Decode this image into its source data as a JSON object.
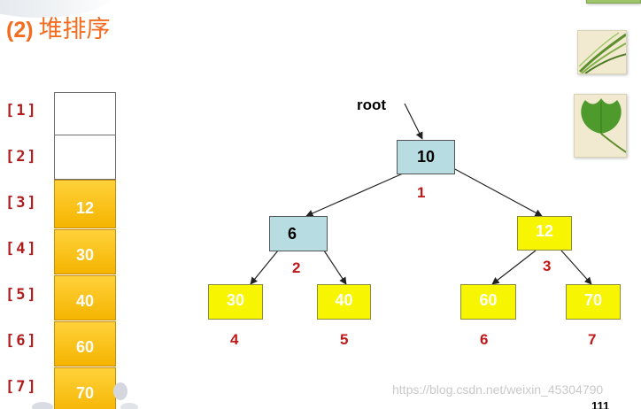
{
  "title": {
    "number": "(2)",
    "text": "堆排序"
  },
  "array": {
    "indices": [
      "[1]",
      "[2]",
      "[3]",
      "[4]",
      "[5]",
      "[6]",
      "[7]"
    ],
    "cells": [
      "",
      "",
      "12",
      "30",
      "40",
      "60",
      "70"
    ]
  },
  "tree": {
    "root_label": "root",
    "nodes": [
      {
        "value": "10",
        "index": "1"
      },
      {
        "value": "6",
        "index": "2"
      },
      {
        "value": "12",
        "index": "3"
      },
      {
        "value": "30",
        "index": "4"
      },
      {
        "value": "40",
        "index": "5"
      },
      {
        "value": "60",
        "index": "6"
      },
      {
        "value": "70",
        "index": "7"
      }
    ]
  },
  "colors": {
    "title": "#f26d21",
    "index_label": "#b01c1c",
    "array_filled": "#f5b400",
    "node_blue": "#b7dde2",
    "node_yellow": "#f8f500"
  },
  "watermark": "https://blog.csdn.net/weixin_45304790",
  "page_number": "111"
}
